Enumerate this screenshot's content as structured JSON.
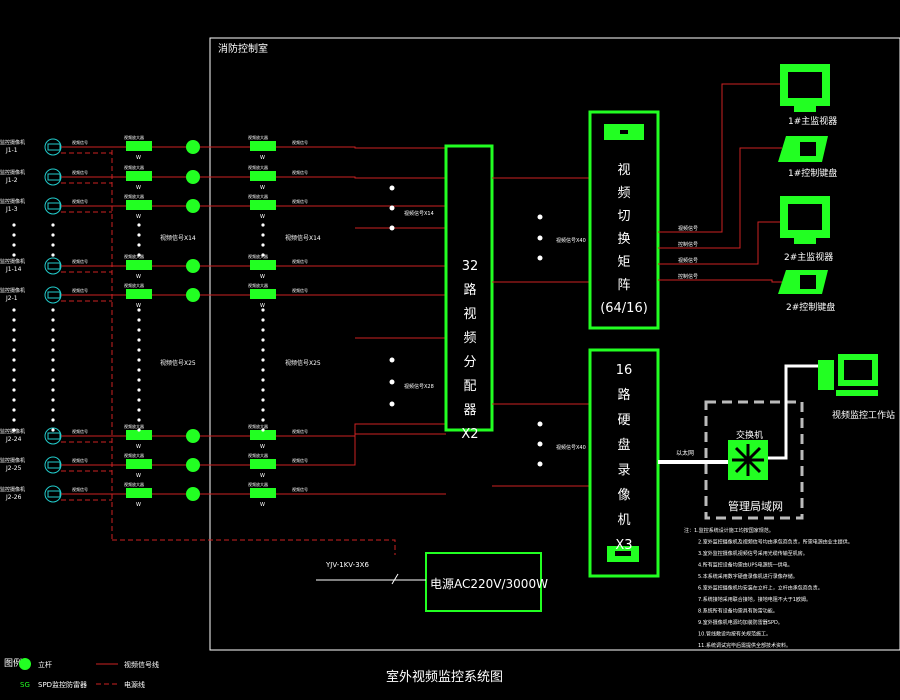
{
  "room_label": "消防控制室",
  "cameras": [
    {
      "name": "J1-1",
      "label": "监控摄像机"
    },
    {
      "name": "J1-2",
      "label": "监控摄像机"
    },
    {
      "name": "J1-3",
      "label": "监控摄像机"
    },
    {
      "name": "J1-14",
      "label": "监控摄像机"
    },
    {
      "name": "J2-1",
      "label": "监控摄像机"
    },
    {
      "name": "J2-24",
      "label": "监控摄像机"
    },
    {
      "name": "J2-25",
      "label": "监控摄像机"
    },
    {
      "name": "J2-26",
      "label": "监控摄像机"
    }
  ],
  "labels": {
    "signal_x14_a": "视频信号X14",
    "signal_x14_b": "视频信号X14",
    "signal_x25_a": "视频信号X25",
    "signal_x25_b": "视频信号X25",
    "signal_x14_c": "视频信号X14",
    "signal_x28": "视频信号X28",
    "signal_x40_a": "视频信号X40",
    "signal_x40_b": "视频信号X40",
    "video_signal": "视频信号",
    "ctrl_signal": "控制信号",
    "amp": "视频放大器",
    "w": "W",
    "lan_line": "以太网",
    "cable": "YJV-1KV-3X6"
  },
  "distributor": {
    "chars": [
      "32",
      "路",
      "视",
      "频",
      "分",
      "配",
      "器",
      "X2"
    ]
  },
  "matrix": {
    "chars": [
      "视",
      "频",
      "切",
      "换",
      "矩",
      "阵",
      "(64/16)"
    ]
  },
  "recorder": {
    "chars": [
      "16",
      "路",
      "硬",
      "盘",
      "录",
      "像",
      "机",
      "X3"
    ]
  },
  "power": "电源AC220V/3000W",
  "monitors": [
    {
      "name": "1#主监视器"
    },
    {
      "name": "1#控制键盘"
    },
    {
      "name": "2#主监视器"
    },
    {
      "name": "2#控制键盘"
    }
  ],
  "workstation": "视频监控工作站",
  "switch": "交换机",
  "lan": "管理局域网",
  "notes": [
    "注：1.监控系统设计施工均按国家规范。",
    "2.室外监控摄像机及视频信号均由承包商负责，所需电源由业主提供。",
    "3.室外监控摄像机视频信号采用光缆传输至机房。",
    "4.所有监控设备均需由UPS电源统一供电。",
    "5.本系统采用数字硬盘录像机进行录像存储。",
    "6.室外监控摄像机均安装在立杆上，立杆由承包商负责。",
    "7.系统接地采用联合接地，接地电阻不大于1欧姆。",
    "8.系统所有设备均需具有防雷功能。",
    "9.室外摄像机电源均加装防雷器SPD。",
    "10.管线敷设均按有关规范施工。",
    "11.系统调试完毕后需提供全部技术资料。"
  ],
  "legend": {
    "title": "图例：",
    "item1": "立杆",
    "item2": "视频信号线",
    "item3": "SPD监控防雷器",
    "item3_mark": "SG",
    "item4": "电源线"
  },
  "title": "室外视频监控系统图"
}
